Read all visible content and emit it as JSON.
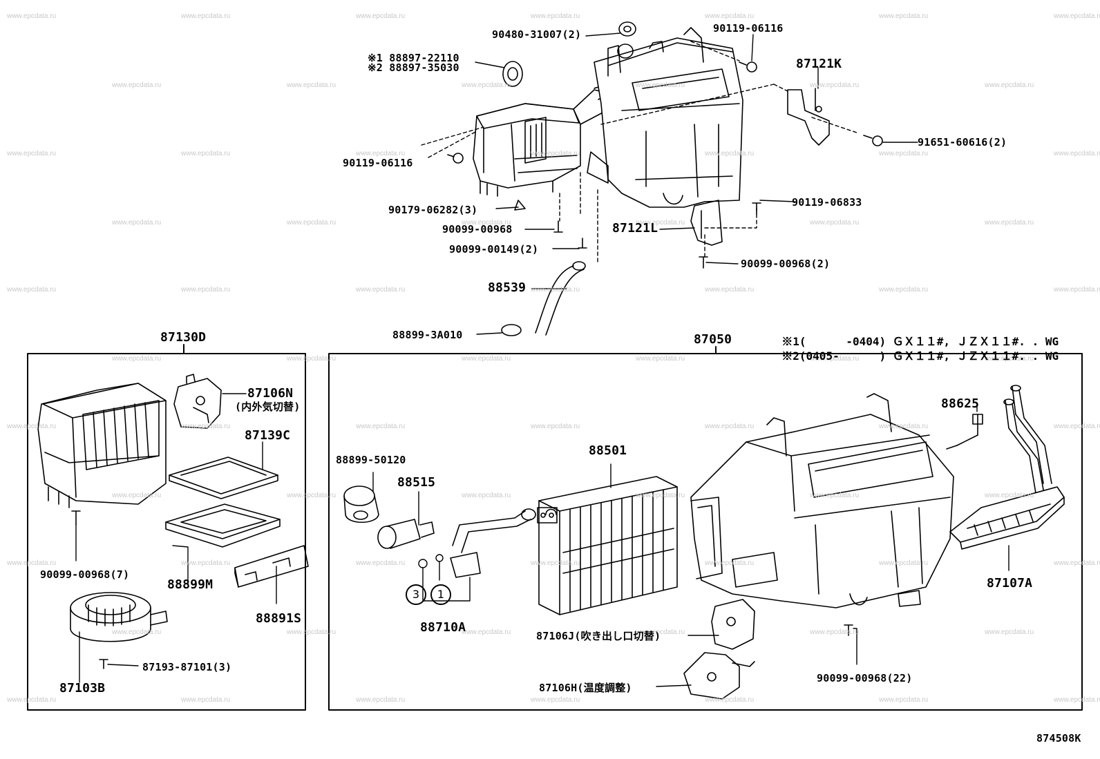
{
  "watermark": "www.epcdata.ru",
  "diagram_code": "874508K",
  "notes": [
    {
      "mark": "※1",
      "text": "(      -0404) ＧＸ１１#, ＪＺＸ１１#. . WG"
    },
    {
      "mark": "※2",
      "text": "(0405-      ) ＧＸ１１#, ＪＺＸ１１#. . WG"
    }
  ],
  "parts": {
    "p90480": "90480-31007(2)",
    "p90119a": "90119-06116",
    "p88897a": "※1 88897-22110",
    "p88897b": "※2 88897-35030",
    "p87121k": "87121K",
    "p91651": "91651-60616(2)",
    "p90119b": "90119-06116",
    "p90179": "90179-06282(3)",
    "p90119c": "90119-06833",
    "p90099a": "90099-00968",
    "p87121l": "87121L",
    "p90099b": "90099-00149(2)",
    "p90099c": "90099-00968(2)",
    "p88539": "88539",
    "p88899a": "88899-3A010",
    "p87130d": "87130D",
    "p87050": "87050",
    "p87106n": "87106N",
    "p87106n_sub": "(内外気切替)",
    "p87139c": "87139C",
    "p90099d": "90099-00968(7)",
    "p88899m": "88899M",
    "p88891s": "88891S",
    "p87193": "87193-87101(3)",
    "p87103b": "87103B",
    "p88899b": "88899-50120",
    "p88515": "88515",
    "p88501": "88501",
    "p88625": "88625",
    "p88710a": "88710A",
    "p87106j": "87106J(吹き出し口切替)",
    "p87106h": "87106H(温度調整)",
    "p90099e": "90099-00968(22)",
    "p87107a": "87107A",
    "circle1": "1",
    "circle3": "3"
  }
}
